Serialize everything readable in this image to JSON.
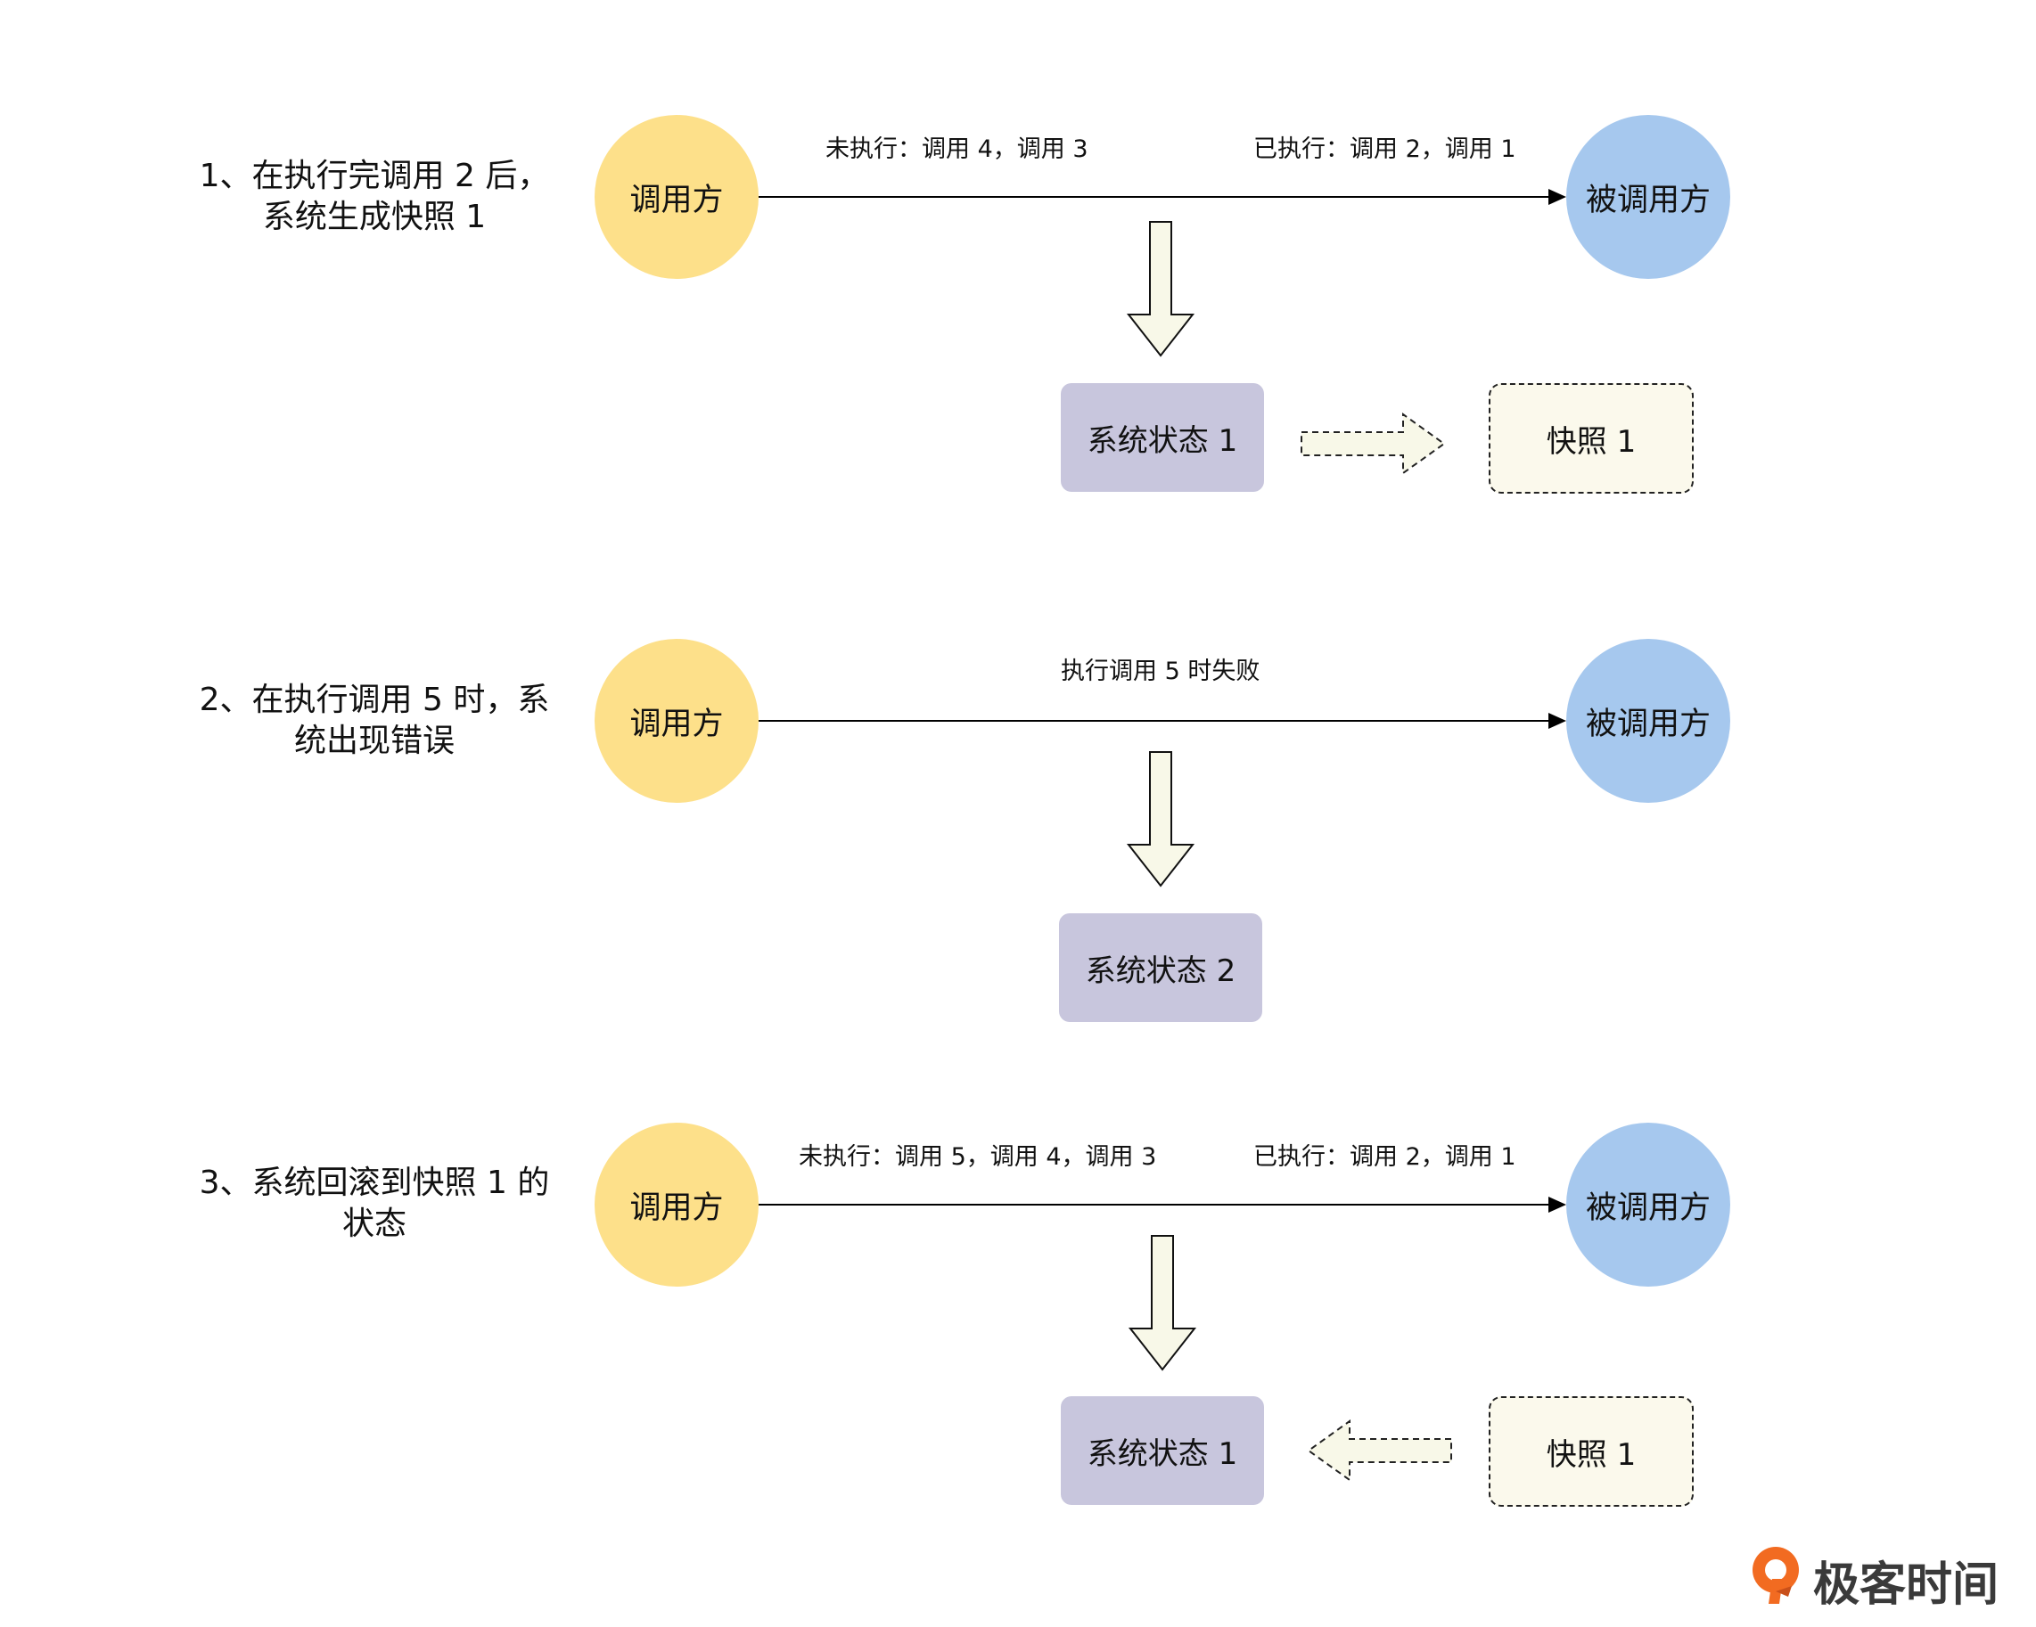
{
  "steps": [
    {
      "description": "1、在执行完调用 2 后，\n系统生成快照 1",
      "caller": "调用方",
      "callee": "被调用方",
      "label_left": "未执行：调用 4，调用 3",
      "label_right": "已执行：调用 2，调用 1",
      "state": "系统状态 1",
      "snapshot": "快照 1"
    },
    {
      "description": "2、在执行调用 5 时，系\n统出现错误",
      "caller": "调用方",
      "callee": "被调用方",
      "label_center": "执行调用 5 时失败",
      "state": "系统状态 2"
    },
    {
      "description": "3、系统回滚到快照 1 的\n状态",
      "caller": "调用方",
      "callee": "被调用方",
      "label_left": "未执行：调用 5，调用 4，调用 3",
      "label_right": "已执行：调用 2，调用 1",
      "state": "系统状态 1",
      "snapshot": "快照 1"
    }
  ],
  "logo": {
    "text": "极客时间"
  },
  "colors": {
    "caller_fill": "#fde08a",
    "callee_fill": "#a6c8ee",
    "state_fill": "#c8c6dd",
    "snapshot_fill": "#fbf9ec",
    "arrow_fill": "#f8f8e8",
    "logo_accent": "#f26b21"
  }
}
